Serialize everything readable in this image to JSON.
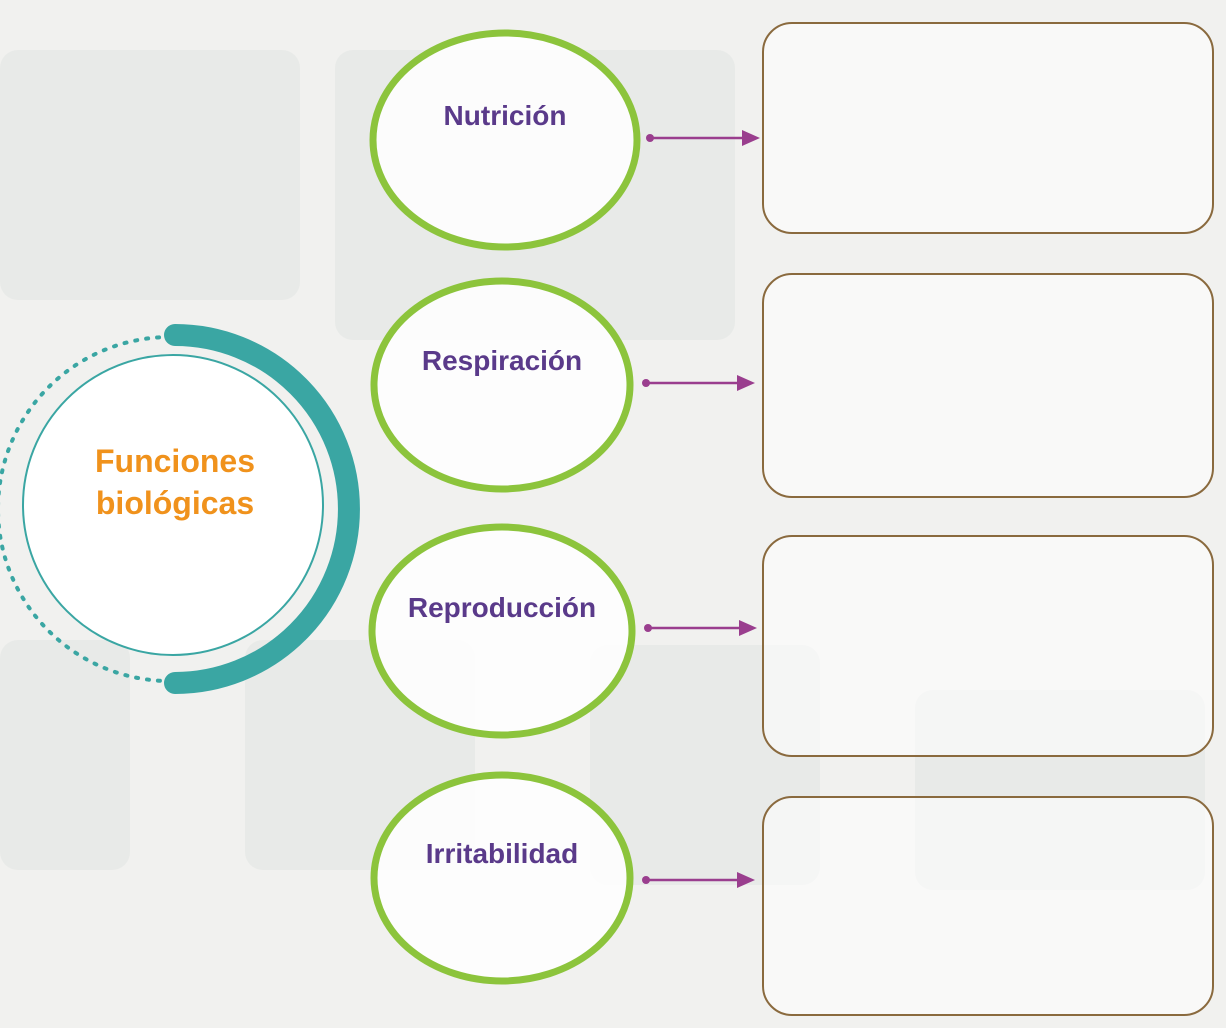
{
  "center": {
    "line1": "Funciones",
    "line2": "biológicas"
  },
  "functions": [
    {
      "label": "Nutrición"
    },
    {
      "label": "Respiración"
    },
    {
      "label": "Reproducción"
    },
    {
      "label": "Irritabilidad"
    }
  ],
  "colors": {
    "ring_green": "#8cc43c",
    "teal_arc": "#3aa6a3",
    "center_text": "#f0921c",
    "function_text": "#5a3a8a",
    "arrow": "#9a3e8e",
    "box_border": "#8a6a3e"
  }
}
